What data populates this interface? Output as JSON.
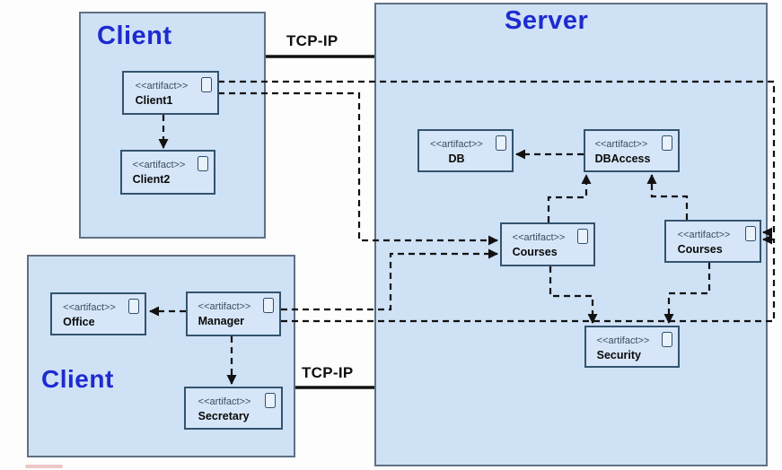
{
  "diagram_type": "UML deployment diagram",
  "stereotype_text": "<<artifact>>",
  "nodes": {
    "client_top": {
      "title": "Client",
      "artifacts": {
        "client1": {
          "stereotype": "<<artifact>>",
          "name": "Client1"
        },
        "client2": {
          "stereotype": "<<artifact>>",
          "name": "Client2"
        }
      }
    },
    "server": {
      "title": "Server",
      "artifacts": {
        "db": {
          "stereotype": "<<artifact>>",
          "name": "DB"
        },
        "dbaccess": {
          "stereotype": "<<artifact>>",
          "name": "DBAccess"
        },
        "courses_left": {
          "stereotype": "<<artifact>>",
          "name": "Courses"
        },
        "courses_right": {
          "stereotype": "<<artifact>>",
          "name": "Courses"
        },
        "security": {
          "stereotype": "<<artifact>>",
          "name": "Security"
        }
      }
    },
    "client_bottom": {
      "title": "Client",
      "artifacts": {
        "office": {
          "stereotype": "<<artifact>>",
          "name": "Office"
        },
        "manager": {
          "stereotype": "<<artifact>>",
          "name": "Manager"
        },
        "secretary": {
          "stereotype": "<<artifact>>",
          "name": "Secretary"
        }
      }
    }
  },
  "links": {
    "tcp_top": {
      "label": "TCP-IP",
      "style": "solid-thick"
    },
    "tcp_bottom": {
      "label": "TCP-IP",
      "style": "solid-thick"
    }
  },
  "connections": [
    {
      "from": "client1",
      "to": "client2",
      "style": "dashed-arrow"
    },
    {
      "from": "client1",
      "to": "courses_left",
      "style": "dashed-arrow"
    },
    {
      "from": "client1",
      "to": "courses_right",
      "style": "dashed-arrow"
    },
    {
      "from": "manager",
      "to": "office",
      "style": "dashed-arrow"
    },
    {
      "from": "manager",
      "to": "secretary",
      "style": "dashed-arrow"
    },
    {
      "from": "manager",
      "to": "courses_left",
      "style": "dashed-arrow"
    },
    {
      "from": "manager",
      "to": "courses_right",
      "style": "dashed-arrow"
    },
    {
      "from": "dbaccess",
      "to": "db",
      "style": "dashed-arrow"
    },
    {
      "from": "courses_left",
      "to": "dbaccess",
      "style": "dashed-arrow"
    },
    {
      "from": "courses_right",
      "to": "dbaccess",
      "style": "dashed-arrow"
    },
    {
      "from": "courses_left",
      "to": "security",
      "style": "dashed-arrow"
    },
    {
      "from": "courses_right",
      "to": "security",
      "style": "dashed-arrow"
    }
  ],
  "icons": {
    "artifact_icon": "document-icon"
  },
  "colors": {
    "node_fill": "#cfe1f5",
    "node_border": "#5f7183",
    "artifact_fill": "#d6e6f8",
    "artifact_border": "#33536f",
    "title_blue": "#1d2bd0",
    "connector_black": "#111111",
    "background": "#fdfdfd"
  }
}
